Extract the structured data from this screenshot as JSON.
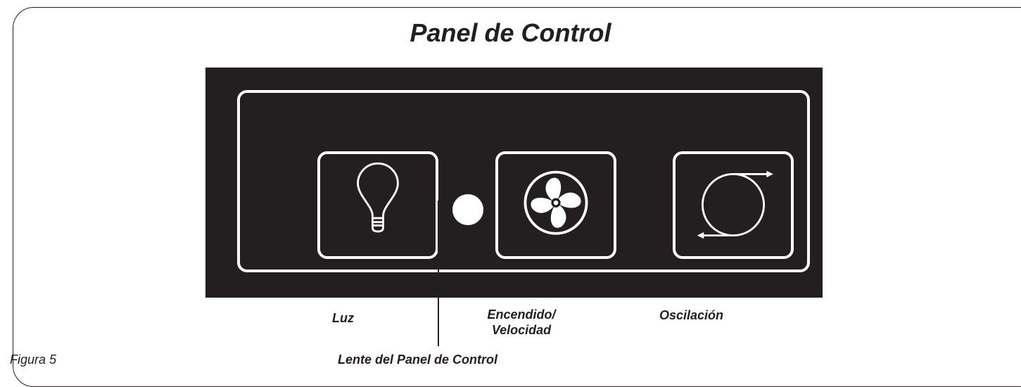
{
  "title": "Panel de Control",
  "figure_label": "Figura 5",
  "buttons": [
    {
      "label": "Luz",
      "icon": "lightbulb-icon"
    },
    {
      "label_line1": "Encendido/",
      "label_line2": "Velocidad",
      "icon": "fan-icon"
    },
    {
      "label": "Oscilación",
      "icon": "oscillation-icon"
    }
  ],
  "lens_label": "Lente del Panel de Control",
  "colors": {
    "panel": "#231f20",
    "icon": "#ffffff",
    "text": "#231f20"
  }
}
